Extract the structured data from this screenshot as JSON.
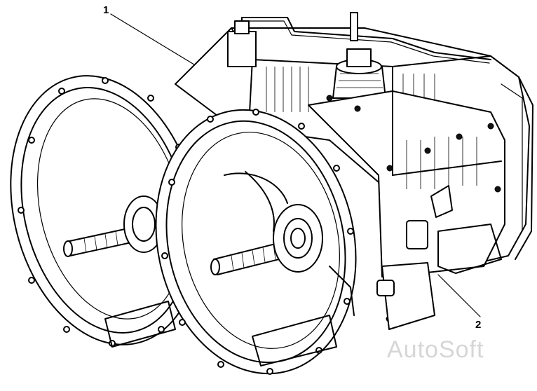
{
  "callouts": [
    {
      "number": "1"
    },
    {
      "number": "2"
    }
  ],
  "watermark": "AutoSoft"
}
